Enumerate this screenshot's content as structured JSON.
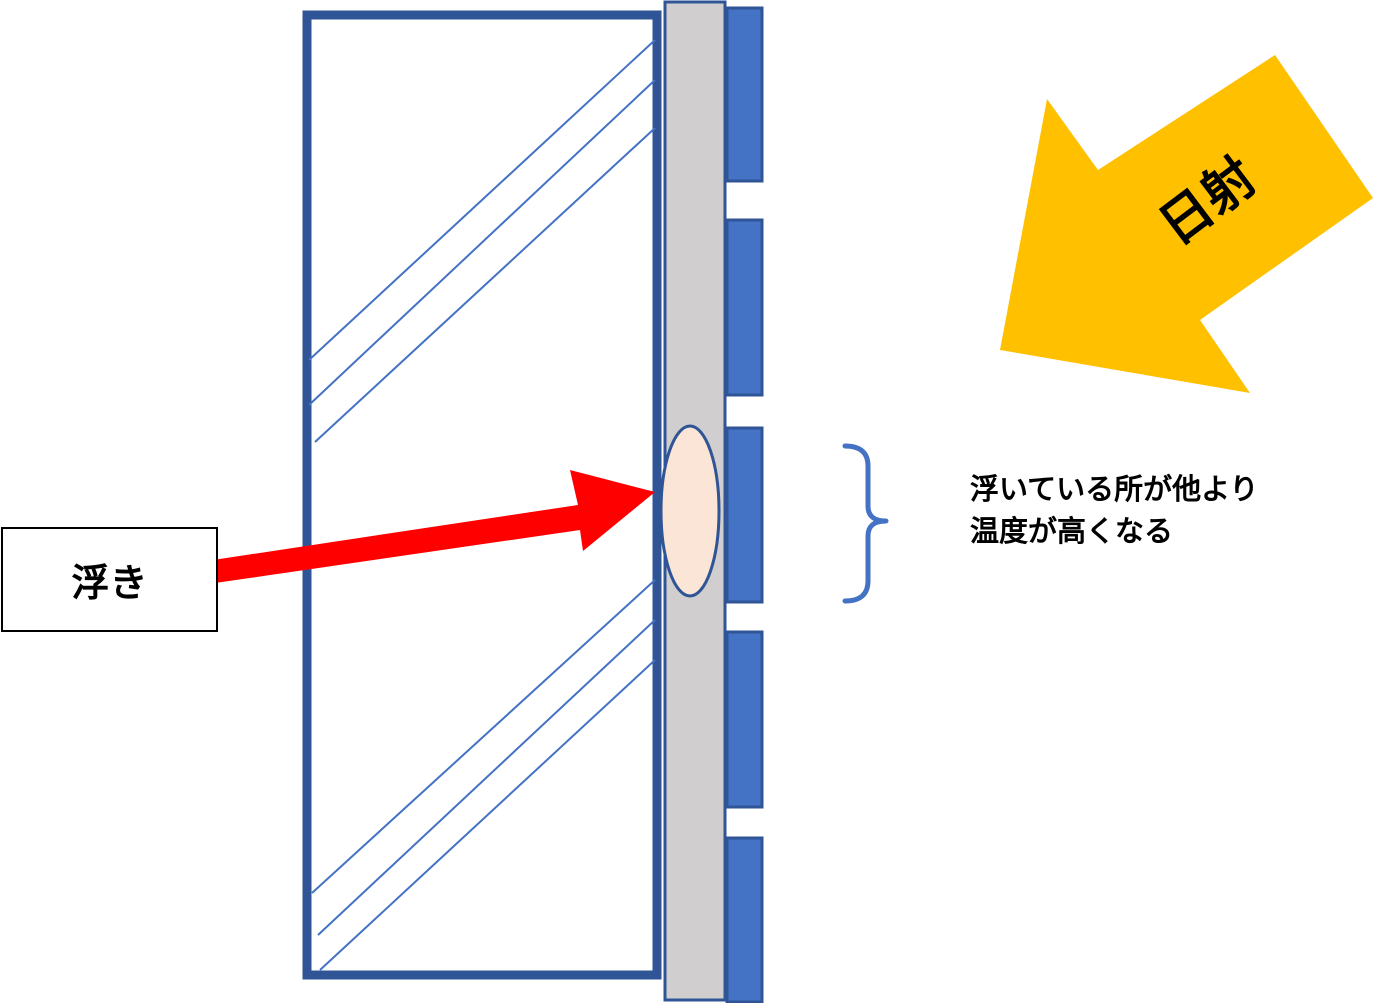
{
  "labels": {
    "float": "浮き",
    "sunlight": "日射",
    "note_line1": "浮いている所が他より",
    "note_line2": "温度が高くなる"
  },
  "colors": {
    "frame": "#2F5597",
    "tile": "#4472C4",
    "mortar": "#D0CECE",
    "void": "#FBE5D6",
    "arrow_red": "#FF0000",
    "sun_arrow": "#FFC000",
    "bracket": "#4472C4"
  }
}
